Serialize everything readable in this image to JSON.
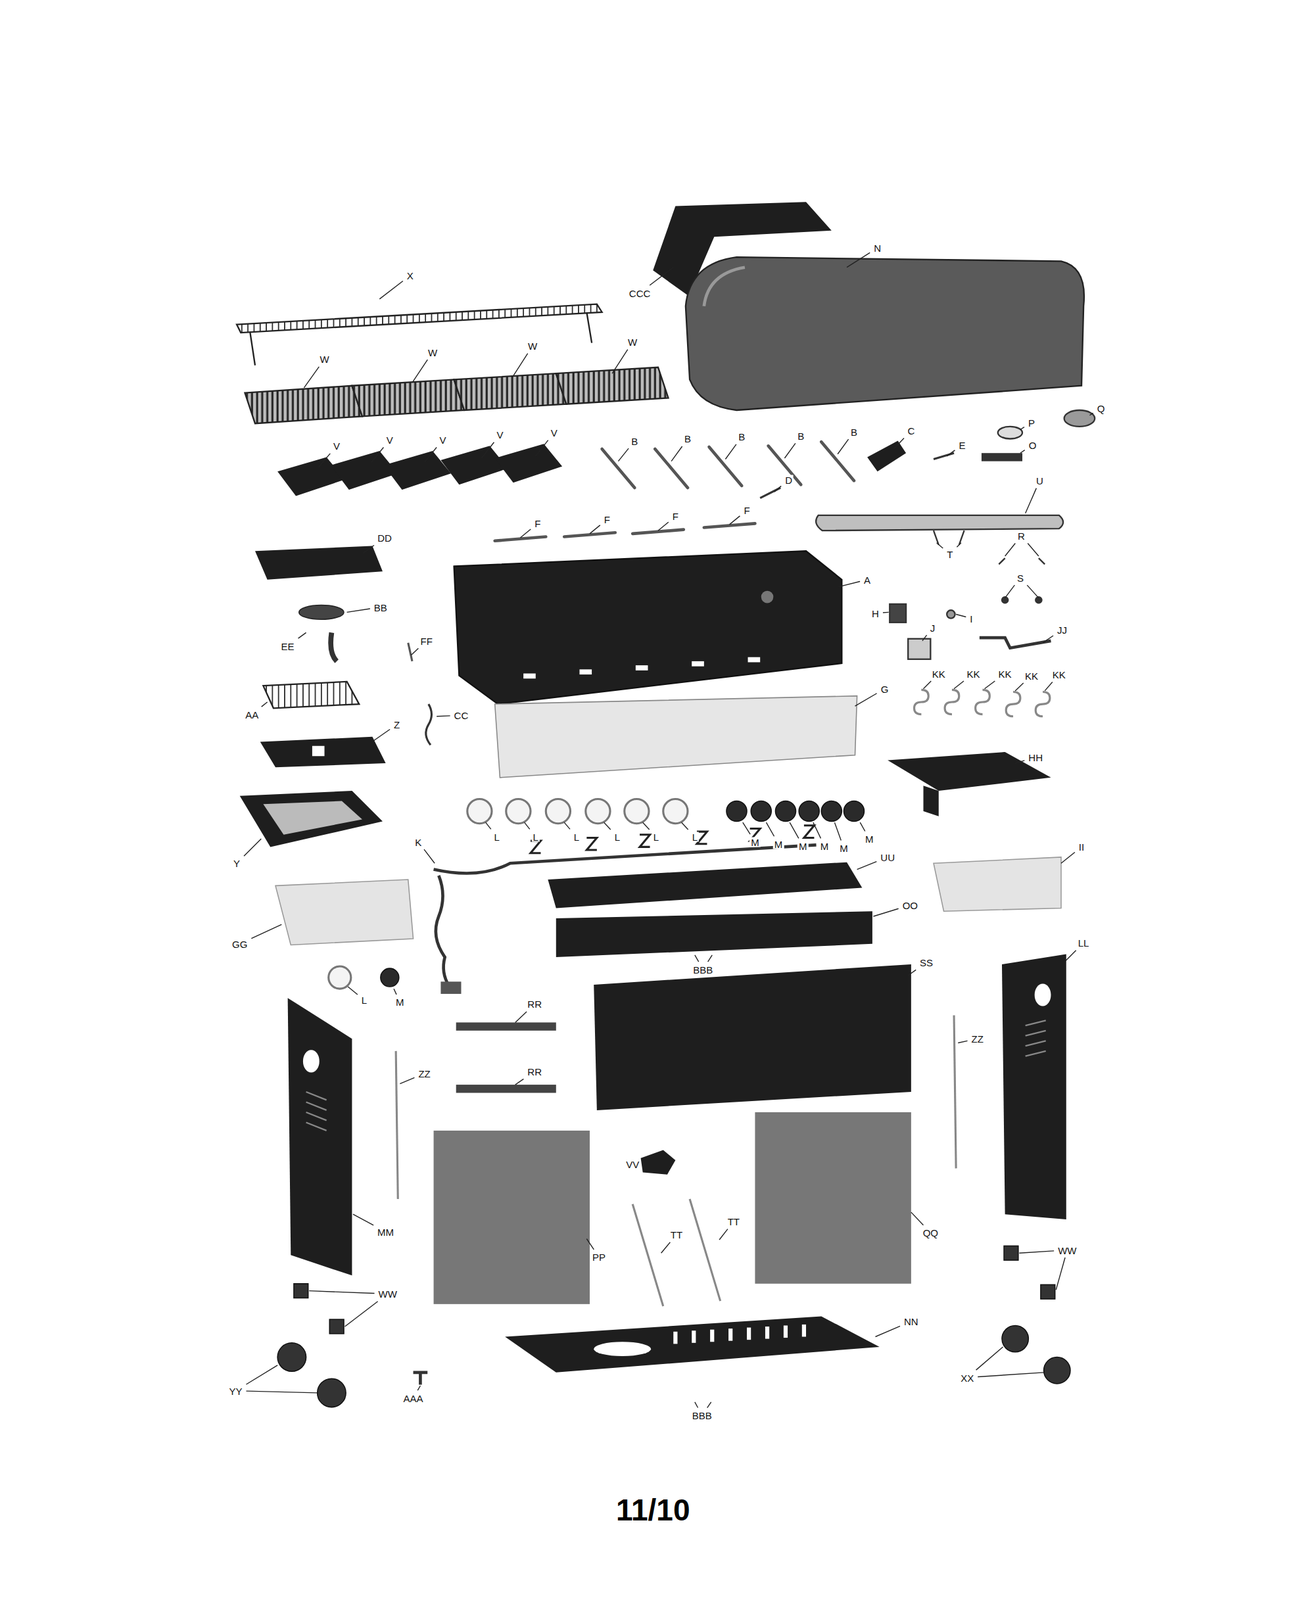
{
  "diagram": {
    "caption": "11/10",
    "labels": [
      "X",
      "W",
      "W",
      "W",
      "W",
      "CCC",
      "N",
      "V",
      "V",
      "V",
      "V",
      "V",
      "B",
      "B",
      "B",
      "B",
      "B",
      "C",
      "E",
      "D",
      "P",
      "Q",
      "O",
      "U",
      "F",
      "F",
      "F",
      "F",
      "DD",
      "A",
      "R",
      "T",
      "S",
      "BB",
      "EE",
      "FF",
      "H",
      "I",
      "J",
      "JJ",
      "KK",
      "KK",
      "KK",
      "KK",
      "KK",
      "G",
      "AA",
      "CC",
      "Z",
      "HH",
      "L",
      "L",
      "L",
      "L",
      "L",
      "L",
      "M",
      "M",
      "M",
      "M",
      "M",
      "M",
      "Y",
      "K",
      "UU",
      "II",
      "OO",
      "GG",
      "BBB",
      "SS",
      "LL",
      "L",
      "M",
      "RR",
      "RR",
      "ZZ",
      "ZZ",
      "VV",
      "PP",
      "TT",
      "TT",
      "QQ",
      "MM",
      "WW",
      "WW",
      "YY",
      "AAA",
      "NN",
      "BBB",
      "XX"
    ]
  }
}
